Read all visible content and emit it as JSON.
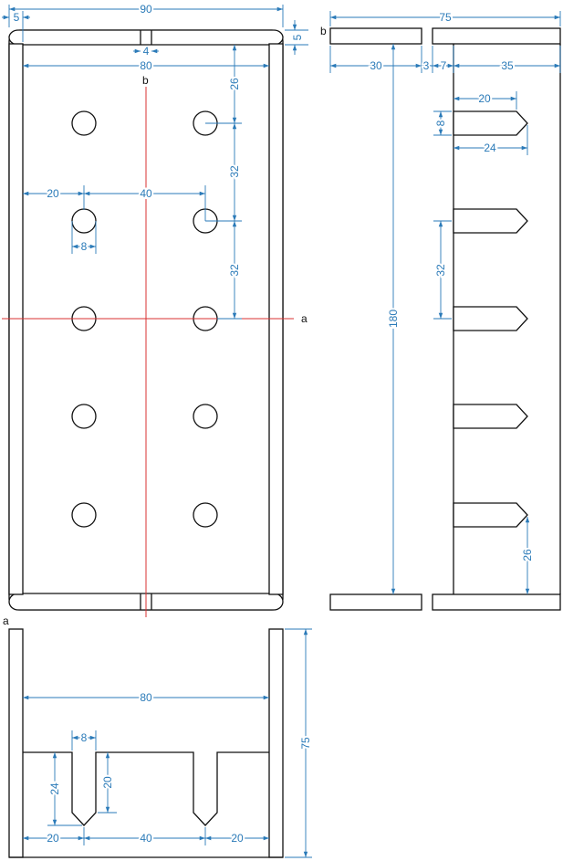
{
  "colors": {
    "outline": "#111111",
    "dimension": "#2a7ab8",
    "section_line": "#d93030"
  },
  "labels": {
    "section_a": "a",
    "section_b": "b"
  },
  "front": {
    "overall_width": "90",
    "side_thickness": "5",
    "end_thickness": "5",
    "slot_width": "4",
    "inner_width": "80",
    "hole_to_top": "26",
    "hole_pitch_1": "32",
    "hole_pitch_2": "32",
    "edge_to_hole": "20",
    "hole_spacing": "40",
    "hole_diameter": "8"
  },
  "side": {
    "overall_depth": "75",
    "left_part": "30",
    "gap": "3",
    "plate": "7",
    "right_part": "35",
    "peg_length": "20",
    "peg_height": "8",
    "peg_total": "24",
    "peg_pitch": "32",
    "length": "180",
    "peg_to_bottom": "26"
  },
  "section": {
    "inner_width": "80",
    "height": "75",
    "slot_width": "8",
    "slot_total_depth": "24",
    "slot_depth": "20",
    "left_offset": "20",
    "slot_spacing": "40",
    "right_offset": "20"
  }
}
